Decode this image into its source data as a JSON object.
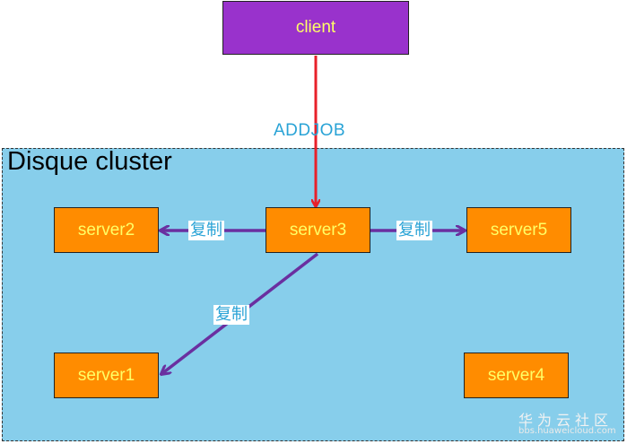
{
  "cluster": {
    "title": "Disque cluster"
  },
  "nodes": {
    "client": "client",
    "server1": "server1",
    "server2": "server2",
    "server3": "server3",
    "server4": "server4",
    "server5": "server5"
  },
  "edges": {
    "addjob_label": "ADDJOB",
    "replicate_left_label": "复制",
    "replicate_right_label": "复制",
    "replicate_down_label": "复制"
  },
  "watermark": {
    "text": "华为云社区",
    "url": "bbs.huaweicloud.com"
  },
  "colors": {
    "client_fill": "#9932cc",
    "server_fill": "#ff8c00",
    "node_text": "#ffff66",
    "cluster_fill": "#87ceeb",
    "request_arrow": "#e8202a",
    "replicate_arrow": "#6a2fa0",
    "label_text": "#29a3d6"
  }
}
